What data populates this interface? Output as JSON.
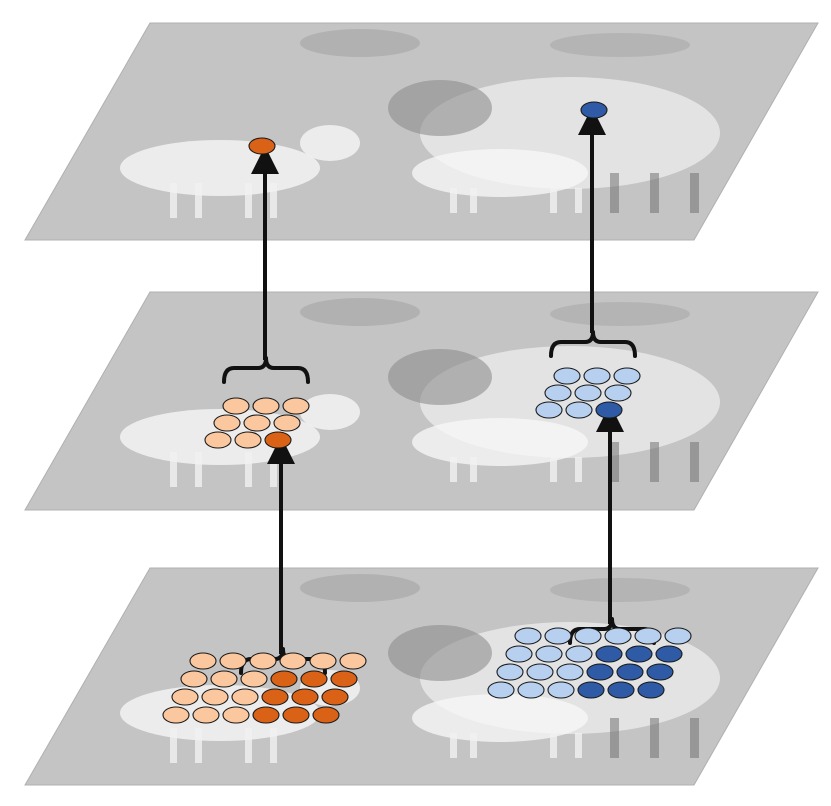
{
  "diagram": {
    "layers": [
      {
        "id": "top",
        "photo": "lamb-and-ewe-grayscale"
      },
      {
        "id": "middle",
        "photo": "lamb-and-ewe-grayscale"
      },
      {
        "id": "bottom",
        "photo": "lamb-and-ewe-grayscale"
      }
    ],
    "units": [
      {
        "layer": "top",
        "group": "lamb",
        "rows": 1,
        "cols": 1,
        "active": [
          [
            0,
            0
          ]
        ]
      },
      {
        "layer": "top",
        "group": "ewe",
        "rows": 1,
        "cols": 1,
        "active": [
          [
            0,
            0
          ]
        ]
      },
      {
        "layer": "middle",
        "group": "lamb",
        "rows": 3,
        "cols": 3,
        "active": [
          [
            2,
            2
          ]
        ]
      },
      {
        "layer": "middle",
        "group": "ewe",
        "rows": 3,
        "cols": 3,
        "active": [
          [
            2,
            2
          ]
        ]
      },
      {
        "layer": "bottom",
        "group": "lamb",
        "rows": 4,
        "cols": 6,
        "active": [
          [
            1,
            3
          ],
          [
            1,
            4
          ],
          [
            1,
            5
          ],
          [
            2,
            3
          ],
          [
            2,
            4
          ],
          [
            2,
            5
          ],
          [
            3,
            3
          ],
          [
            3,
            4
          ],
          [
            3,
            5
          ]
        ]
      },
      {
        "layer": "bottom",
        "group": "ewe",
        "rows": 4,
        "cols": 6,
        "active": [
          [
            1,
            3
          ],
          [
            1,
            4
          ],
          [
            1,
            5
          ],
          [
            2,
            3
          ],
          [
            2,
            4
          ],
          [
            2,
            5
          ],
          [
            3,
            3
          ],
          [
            3,
            4
          ],
          [
            3,
            5
          ]
        ]
      }
    ],
    "connections": [
      {
        "from": "bottom",
        "to": "middle",
        "group": "lamb"
      },
      {
        "from": "bottom",
        "to": "middle",
        "group": "ewe"
      },
      {
        "from": "middle",
        "to": "top",
        "group": "lamb"
      },
      {
        "from": "middle",
        "to": "top",
        "group": "ewe"
      }
    ],
    "colors": {
      "layer_fill": "#c4c4c4",
      "layer_edge": "#b0b0b0",
      "animal_light": "#eeeeee",
      "animal_dark": "#8e8e8e",
      "lamb_light": "#fbc79f",
      "lamb_active": "#d96216",
      "ewe_light": "#b7d0f0",
      "ewe_active": "#2f5aa5",
      "arrow": "#111111"
    },
    "icons": {
      "lamb": "lamb-silhouette",
      "ewe": "ewe-silhouette",
      "arrow": "up-arrow-icon",
      "brace": "curly-brace-icon"
    }
  }
}
